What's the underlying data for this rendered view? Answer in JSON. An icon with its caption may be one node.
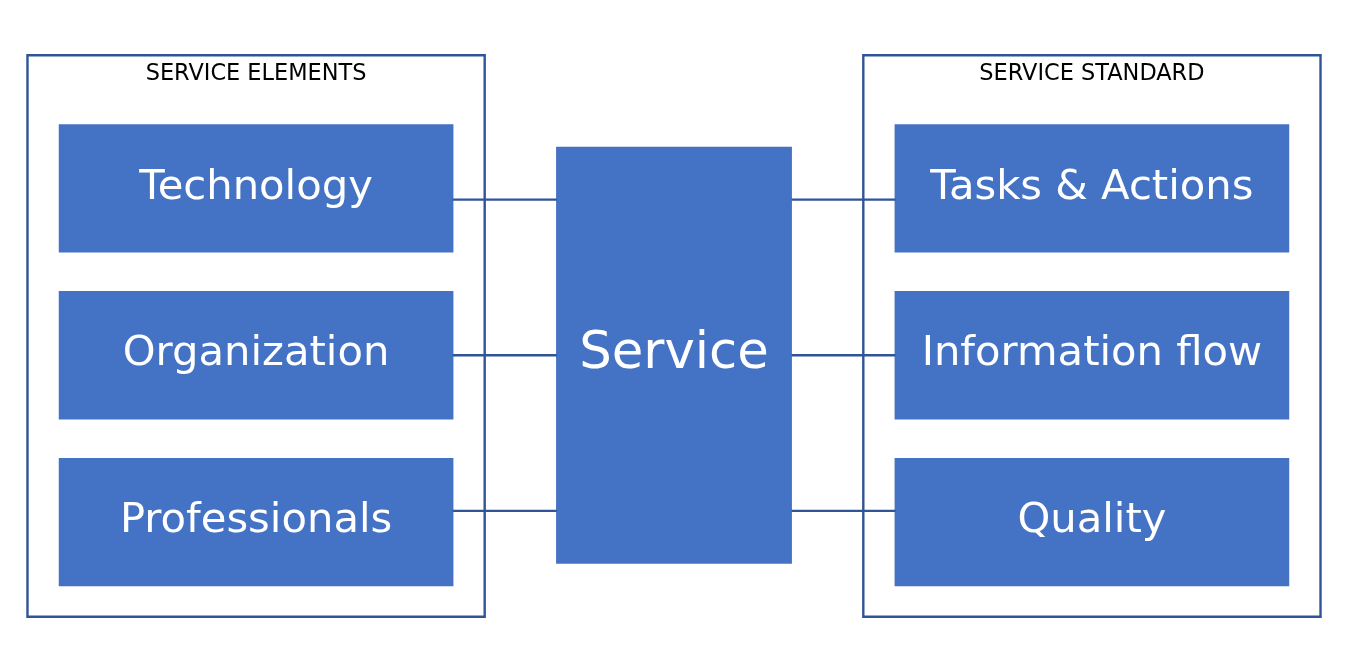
{
  "diagram": {
    "nodes": [
      {
        "text": [
          "SERVICE ELEMENTS"
        ]
      },
      {
        "text": [
          "Technology"
        ],
        "in": 0
      },
      {
        "text": [
          "Organization"
        ],
        "in": 0
      },
      {
        "text": [
          "Professionals"
        ],
        "in": 0
      },
      {
        "text": [
          "Service"
        ]
      },
      {
        "text": [
          "SERVICE STANDARD"
        ]
      },
      {
        "text": [
          "Tasks & Actions"
        ],
        "in": 5
      },
      {
        "text": [
          "Information flow"
        ],
        "in": 5
      },
      {
        "text": [
          "Quality"
        ],
        "in": 5
      }
    ],
    "edges": [
      {
        "from": 1,
        "to": 4,
        "arrow": "none"
      },
      {
        "from": 2,
        "to": 4,
        "arrow": "none"
      },
      {
        "from": 3,
        "to": 4,
        "arrow": "none"
      },
      {
        "from": 4,
        "to": 6,
        "arrow": "none"
      },
      {
        "from": 4,
        "to": 7,
        "arrow": "none"
      },
      {
        "from": 4,
        "to": 8,
        "arrow": "none"
      }
    ]
  }
}
